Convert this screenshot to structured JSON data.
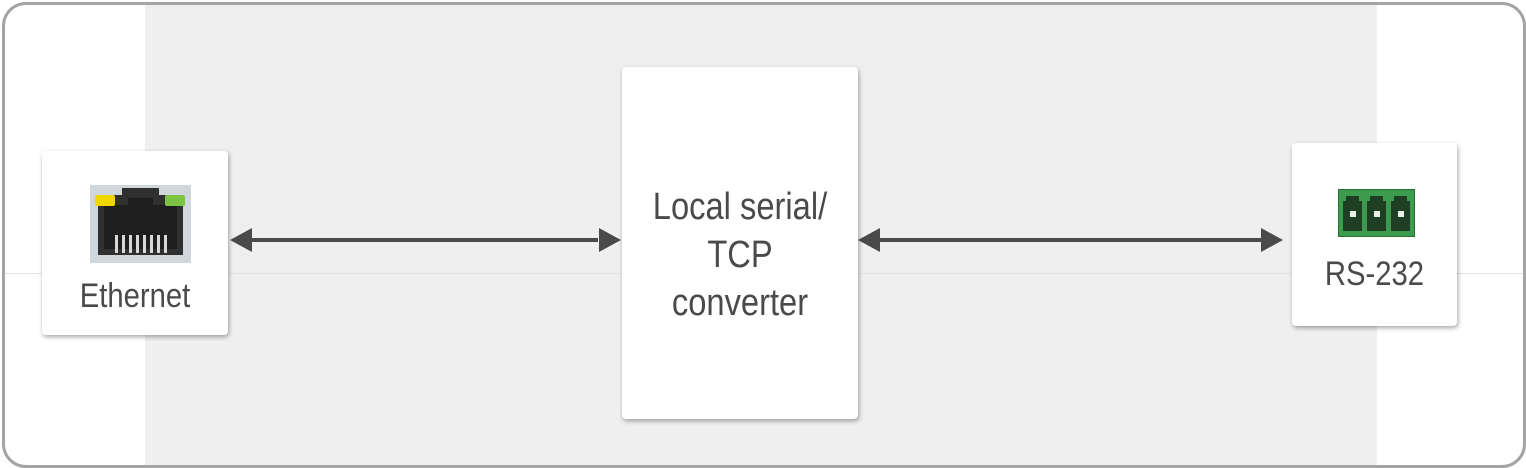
{
  "diagram": {
    "left_node": {
      "label": "Ethernet",
      "icon": "rj45-ethernet-port-icon"
    },
    "center_node": {
      "label_lines": [
        "Local serial/",
        "TCP",
        "converter"
      ]
    },
    "right_node": {
      "label": "RS-232",
      "icon": "green-3-pin-terminal-connector-icon"
    },
    "connections": [
      {
        "from": "Ethernet",
        "to": "Local serial/ TCP converter",
        "direction": "bidirectional"
      },
      {
        "from": "Local serial/ TCP converter",
        "to": "RS-232",
        "direction": "bidirectional"
      }
    ],
    "colors": {
      "background_band": "#efefef",
      "frame_border": "#a4a4a4",
      "arrow": "#4a4a4a",
      "text": "#4a4a4a",
      "led_yellow": "#f2d600",
      "led_green": "#7cc243",
      "connector_green": "#3d9b4d"
    }
  }
}
